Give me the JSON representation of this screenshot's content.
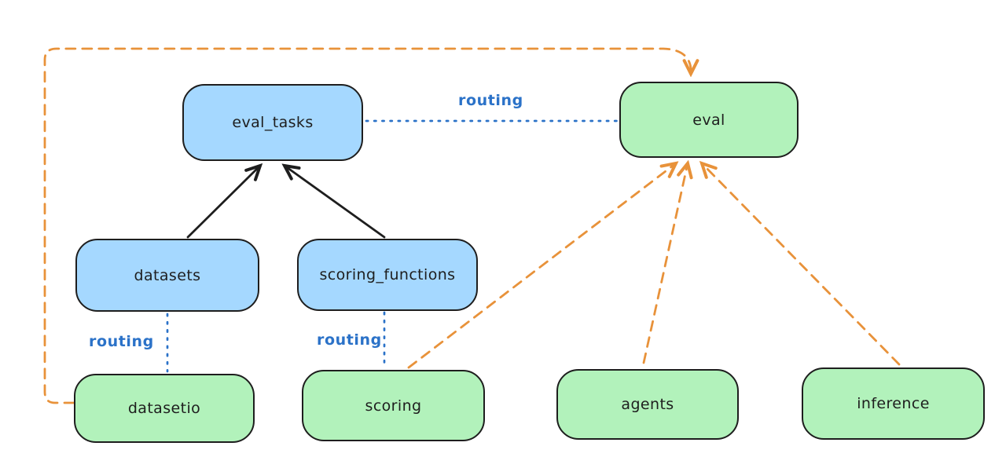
{
  "colors": {
    "background": "#ffffff",
    "node_stroke": "#1e1e1e",
    "blue_fill": "#a5d8ff",
    "green_fill": "#b2f2bb",
    "routing_blue": "#2b72c8",
    "arrow_orange": "#e8923a",
    "arrow_black": "#1e1e1e"
  },
  "nodes": {
    "eval_tasks": {
      "label": "eval_tasks",
      "kind": "resource-blue"
    },
    "eval": {
      "label": "eval",
      "kind": "api-green"
    },
    "datasets": {
      "label": "datasets",
      "kind": "resource-blue"
    },
    "scoring_functions": {
      "label": "scoring_functions",
      "kind": "resource-blue"
    },
    "datasetio": {
      "label": "datasetio",
      "kind": "api-green"
    },
    "scoring": {
      "label": "scoring",
      "kind": "api-green"
    },
    "agents": {
      "label": "agents",
      "kind": "api-green"
    },
    "inference": {
      "label": "inference",
      "kind": "api-green"
    }
  },
  "edges": [
    {
      "from": "datasets",
      "to": "eval_tasks",
      "style": "solid",
      "arrow": true,
      "color": "black",
      "label": ""
    },
    {
      "from": "scoring_functions",
      "to": "eval_tasks",
      "style": "solid",
      "arrow": true,
      "color": "black",
      "label": ""
    },
    {
      "from": "eval_tasks",
      "to": "eval",
      "style": "dotted",
      "arrow": false,
      "color": "blue",
      "label": "routing"
    },
    {
      "from": "datasets",
      "to": "datasetio",
      "style": "dotted",
      "arrow": false,
      "color": "blue",
      "label": "routing"
    },
    {
      "from": "scoring_functions",
      "to": "scoring",
      "style": "dotted",
      "arrow": false,
      "color": "blue",
      "label": "routing"
    },
    {
      "from": "datasetio",
      "to": "eval",
      "style": "dashed",
      "arrow": true,
      "color": "orange",
      "label": ""
    },
    {
      "from": "scoring",
      "to": "eval",
      "style": "dashed",
      "arrow": true,
      "color": "orange",
      "label": ""
    },
    {
      "from": "agents",
      "to": "eval",
      "style": "dashed",
      "arrow": true,
      "color": "orange",
      "label": ""
    },
    {
      "from": "inference",
      "to": "eval",
      "style": "dashed",
      "arrow": true,
      "color": "orange",
      "label": ""
    }
  ]
}
